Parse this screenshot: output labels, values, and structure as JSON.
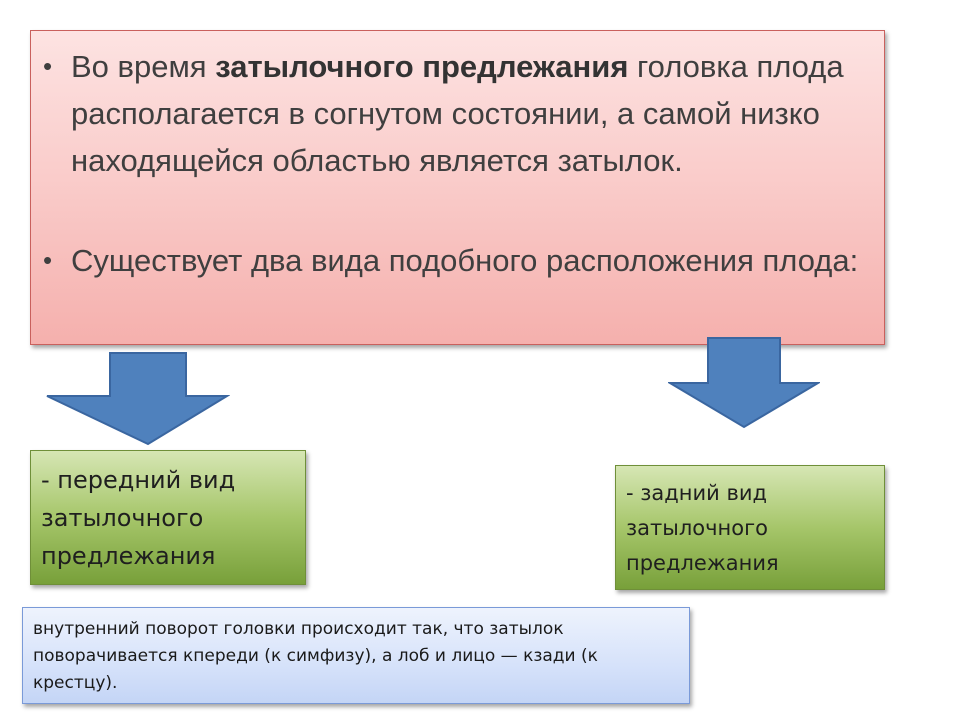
{
  "main_box": {
    "bullet1": {
      "prefix": "Во время ",
      "bold": "затылочного предлежания",
      "suffix": " головка плода располагается в согнутом состоянии, а самой низко находящейся областью является затылок."
    },
    "bullet2": "Существует два вида подобного расположения плода:",
    "bullet_symbol": "•",
    "fill_color": "#f9c8c6"
  },
  "arrows": {
    "color": "#4f81bd",
    "icon": "arrow-down-icon"
  },
  "left_box": {
    "text": "- передний вид затылочного предлежания",
    "fill_color": "#a6c66a"
  },
  "right_box": {
    "text": "- задний вид затылочного предлежания",
    "fill_color": "#a6c66a"
  },
  "bottom_box": {
    "text": "внутренний поворот головки происходит так, что затылок поворачивается кпереди (к симфизу), а лоб и лицо — кзади (к крестцу).",
    "fill_color": "#d6e2fa"
  }
}
